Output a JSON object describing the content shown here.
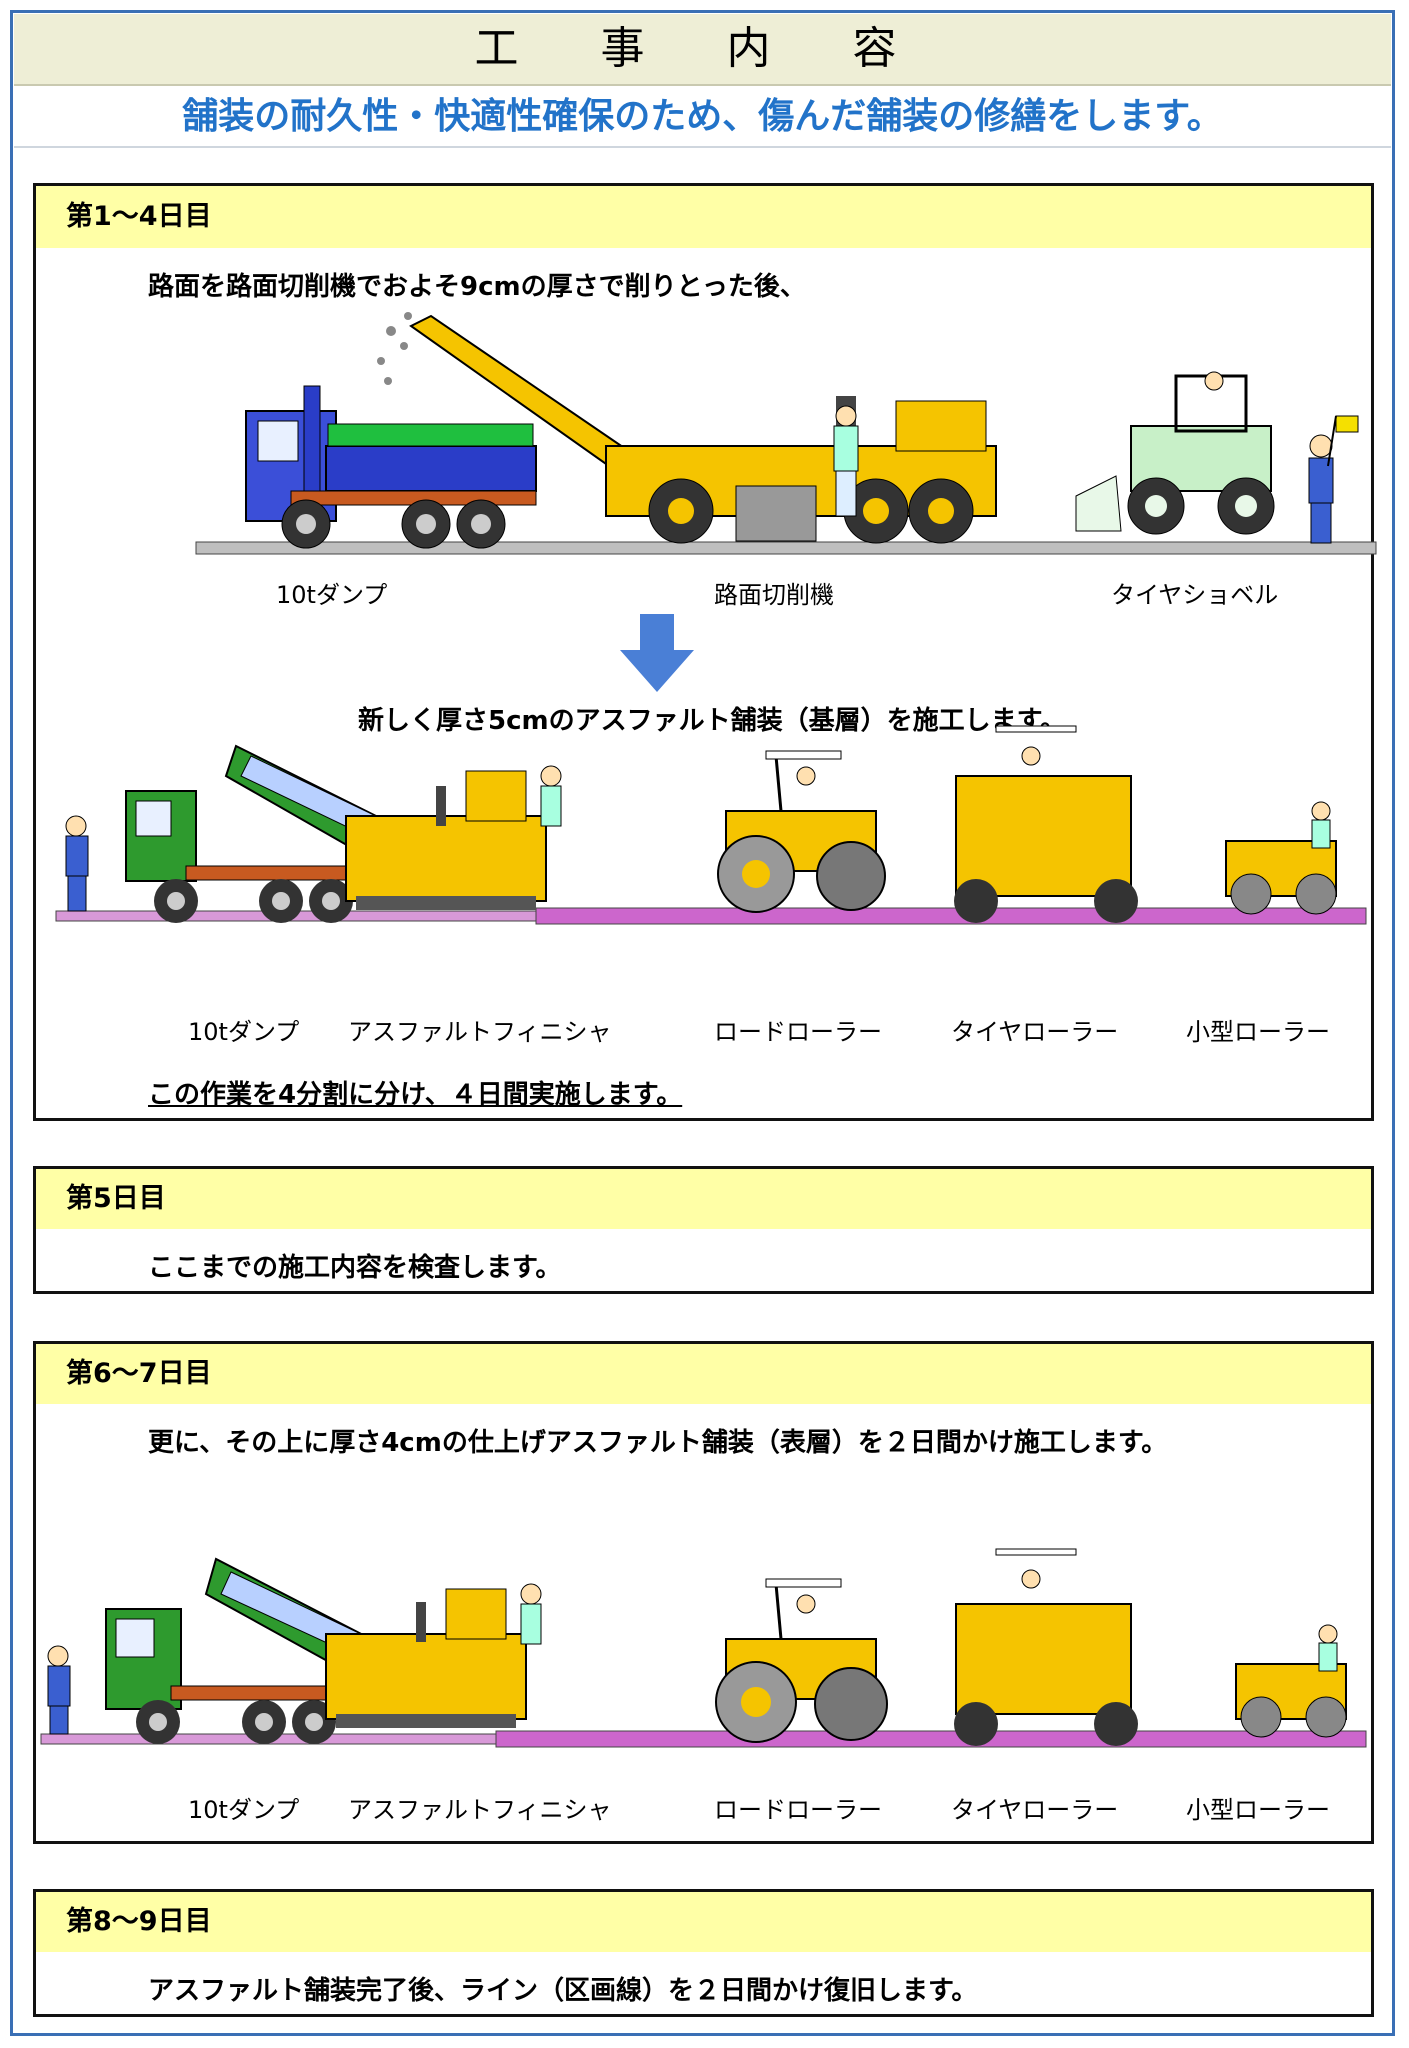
{
  "header": {
    "title": "工 事 内 容",
    "subtitle": "舗装の耐久性・快適性確保のため、傷んだ舗装の修繕をします。"
  },
  "sections": [
    {
      "heading": "第1〜4日目",
      "text_1": "路面を路面切削機でおよそ9cmの厚さで削りとった後、",
      "labels_1": [
        "10tダンプ",
        "路面切削機",
        "タイヤショベル"
      ],
      "text_2": "新しく厚さ5cmのアスファルト舗装（基層）を施工します。",
      "labels_2": [
        "10tダンプ",
        "アスファルトフィニシャ",
        "ロードローラー",
        "タイヤローラー",
        "小型ローラー"
      ],
      "note": "この作業を4分割に分け、４日間実施します。"
    },
    {
      "heading": "第5日目",
      "text_1": "ここまでの施工内容を検査します。"
    },
    {
      "heading": "第6〜7日目",
      "text_1": "更に、その上に厚さ4cmの仕上げアスファルト舗装（表層）を２日間かけ施工します。",
      "labels_1": [
        "10tダンプ",
        "アスファルトフィニシャ",
        "ロードローラー",
        "タイヤローラー",
        "小型ローラー"
      ]
    },
    {
      "heading": "第8〜9日目",
      "text_1": "アスファルト舗装完了後、ライン（区画線）を２日間かけ復旧します。"
    }
  ],
  "icons": {
    "arrow": "down-arrow-icon",
    "colors": {
      "title_bg": "#eeeed6",
      "subtitle": "#2273c9",
      "panel_head": "#ffffa6",
      "frame": "#3a6fb5",
      "machine_yellow": "#f5c400",
      "new_pavement": "#cc66cc"
    }
  }
}
